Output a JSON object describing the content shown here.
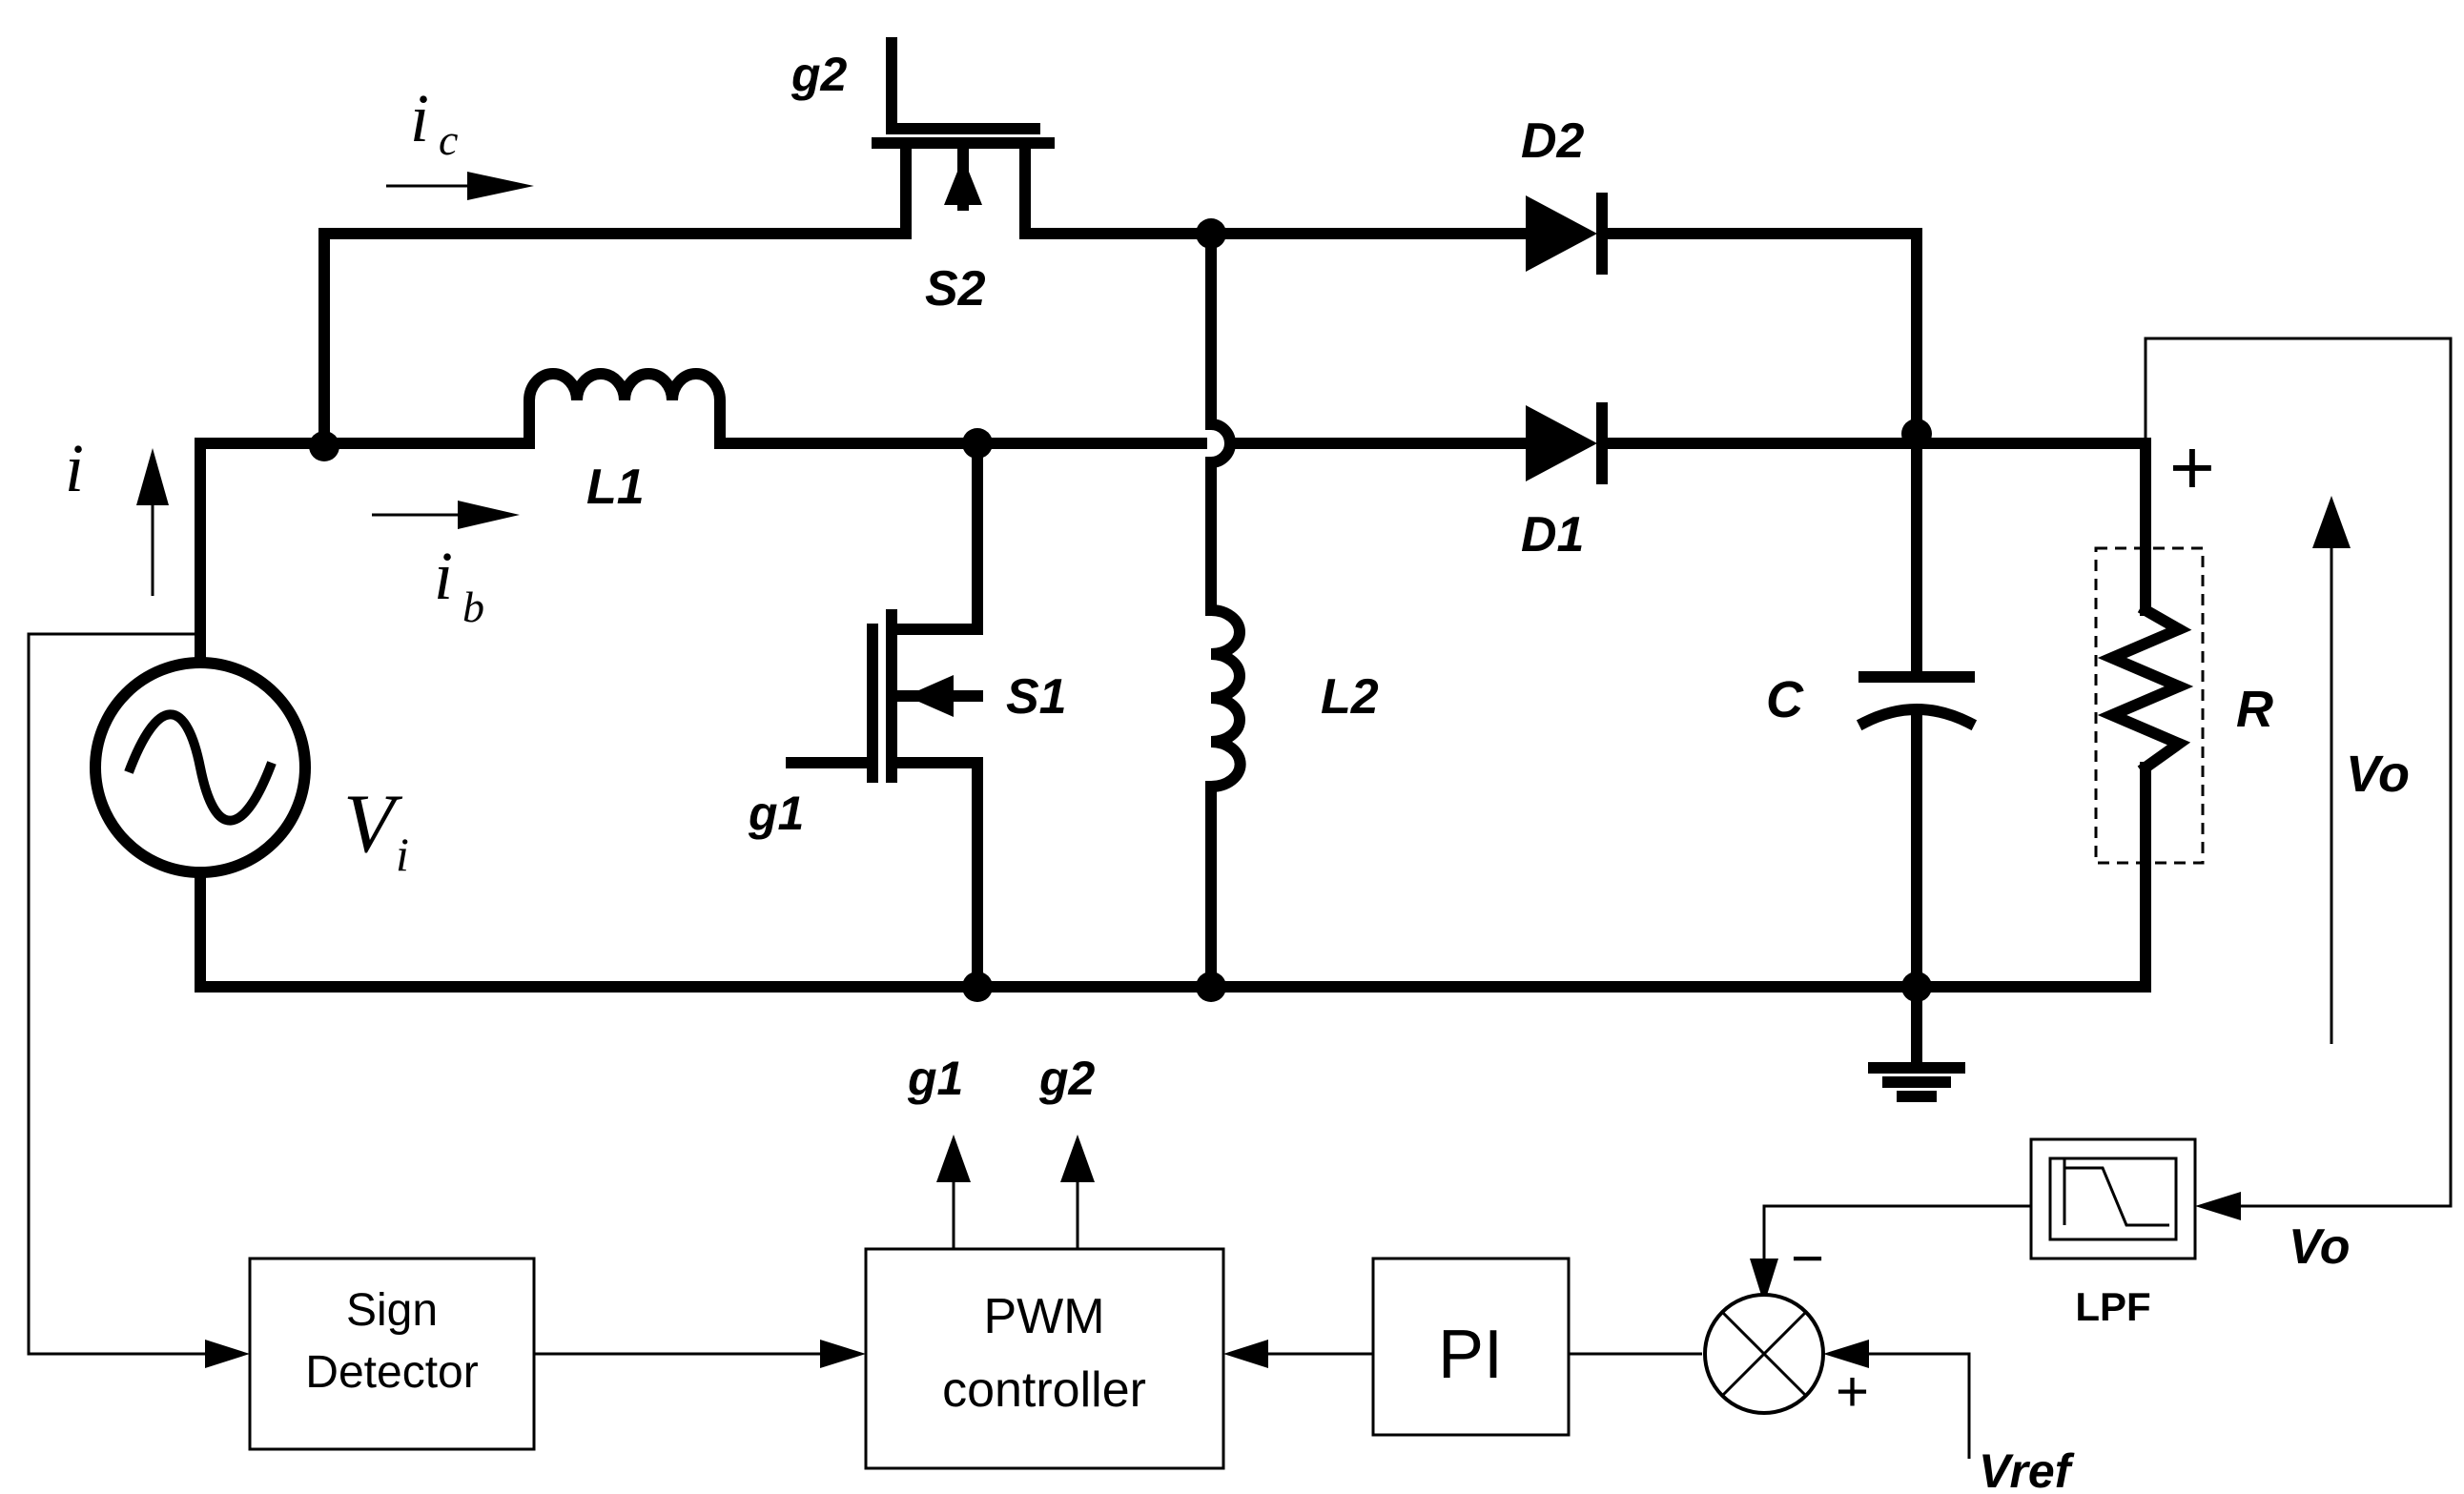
{
  "labels": {
    "ic": "i",
    "ic_sub": "c",
    "i": "i",
    "ib": "i",
    "ib_sub": "b",
    "vi": "V",
    "vi_sub": "i",
    "g2_top": "g2",
    "s2": "S2",
    "d2": "D2",
    "d1": "D1",
    "l1": "L1",
    "l2": "L2",
    "s1": "S1",
    "g1_mid": "g1",
    "c": "C",
    "r": "R",
    "plus_out": "+",
    "vo_side": "Vo",
    "g1_ctrl": "g1",
    "g2_ctrl": "g2",
    "vo_fb": "Vo",
    "vref": "Vref",
    "sum_minus": "−",
    "sum_plus": "+"
  },
  "blocks": {
    "sign_line1": "Sign",
    "sign_line2": "Detector",
    "pwm_line1": "PWM",
    "pwm_line2": "controller",
    "pi": "PI",
    "lpf": "LPF"
  }
}
